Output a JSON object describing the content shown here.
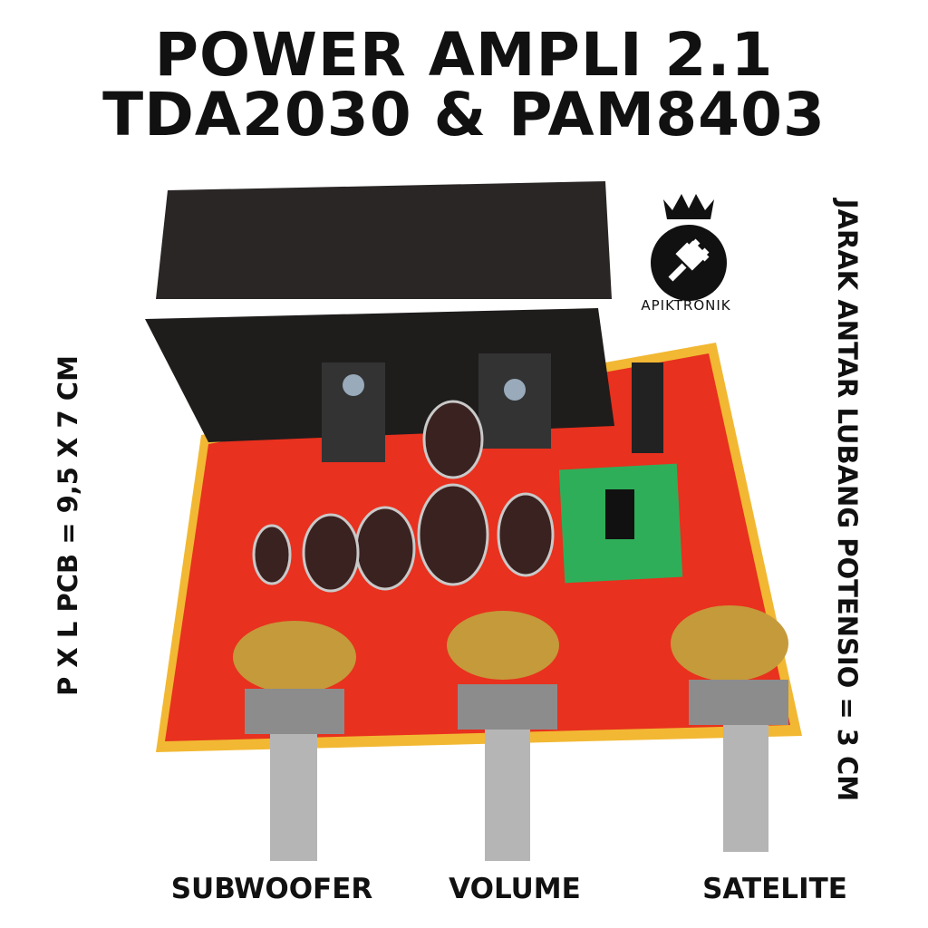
{
  "title": {
    "line1": "POWER AMPLI 2.1",
    "line2": "TDA2030 & PAM8403"
  },
  "side_left": "P X L PCB = 9,5 X 7 CM",
  "side_right": "JARAK ANTAR LUBANG POTENSIO = 3 CM",
  "logo": {
    "name": "APIKTRONIK",
    "icon": "crown-plug-icon"
  },
  "knob_labels": [
    "SUBWOOFER",
    "VOLUME",
    "SATELITE"
  ],
  "colors": {
    "pcb": "#e8311e",
    "pcb_edge": "#f2b833",
    "heatsink": "#2a2626",
    "text": "#111111"
  }
}
